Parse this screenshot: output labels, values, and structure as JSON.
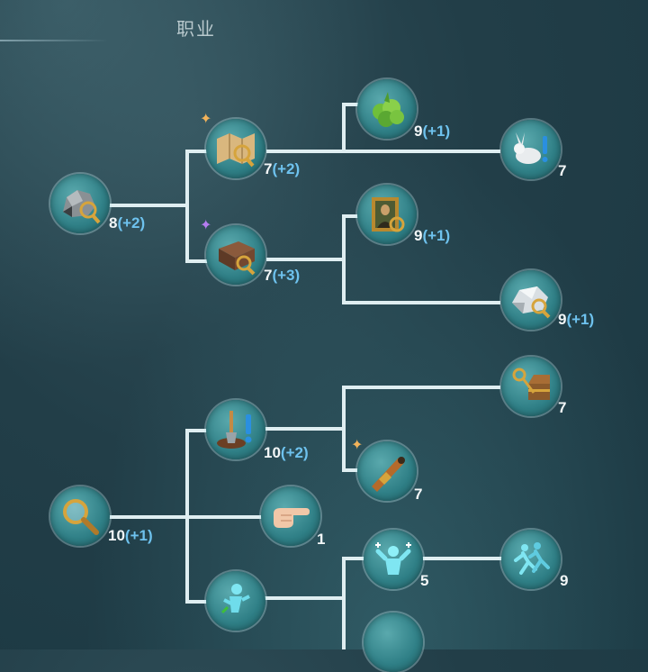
{
  "header": {
    "title": "职业"
  },
  "nodes": [
    {
      "id": "stone",
      "icon": "stone-magnifier-icon",
      "level": "8",
      "bonus": "(+2)"
    },
    {
      "id": "map",
      "icon": "map-magnifier-icon",
      "level": "7",
      "bonus": "(+2)"
    },
    {
      "id": "herb",
      "icon": "herb-icon",
      "level": "9",
      "bonus": "(+1)"
    },
    {
      "id": "rabbit",
      "icon": "rabbit-alert-icon",
      "level": "7",
      "bonus": ""
    },
    {
      "id": "book",
      "icon": "book-magnifier-icon",
      "level": "7",
      "bonus": "(+3)"
    },
    {
      "id": "painting",
      "icon": "mona-lisa-painting-icon",
      "level": "9",
      "bonus": "(+1)"
    },
    {
      "id": "silver",
      "icon": "silver-ore-magnifier-icon",
      "level": "9",
      "bonus": "(+1)"
    },
    {
      "id": "magnifier",
      "icon": "magnifier-icon",
      "level": "10",
      "bonus": "(+1)"
    },
    {
      "id": "shovel",
      "icon": "shovel-alert-icon",
      "level": "10",
      "bonus": "(+2)"
    },
    {
      "id": "chest",
      "icon": "key-treasure-chest-icon",
      "level": "7",
      "bonus": ""
    },
    {
      "id": "telescope",
      "icon": "telescope-icon",
      "level": "7",
      "bonus": ""
    },
    {
      "id": "finger",
      "icon": "pointing-hand-icon",
      "level": "1",
      "bonus": ""
    },
    {
      "id": "digger",
      "icon": "digging-figure-icon",
      "level": "",
      "bonus": ""
    },
    {
      "id": "strength",
      "icon": "strength-figure-icon",
      "level": "5",
      "bonus": ""
    },
    {
      "id": "runners",
      "icon": "running-figures-icon",
      "level": "9",
      "bonus": ""
    }
  ],
  "sparkles": [
    {
      "id": "map",
      "color": "#f2b35a"
    },
    {
      "id": "book",
      "color": "#b57cf0"
    },
    {
      "id": "telescope",
      "color": "#f2b35a"
    }
  ]
}
